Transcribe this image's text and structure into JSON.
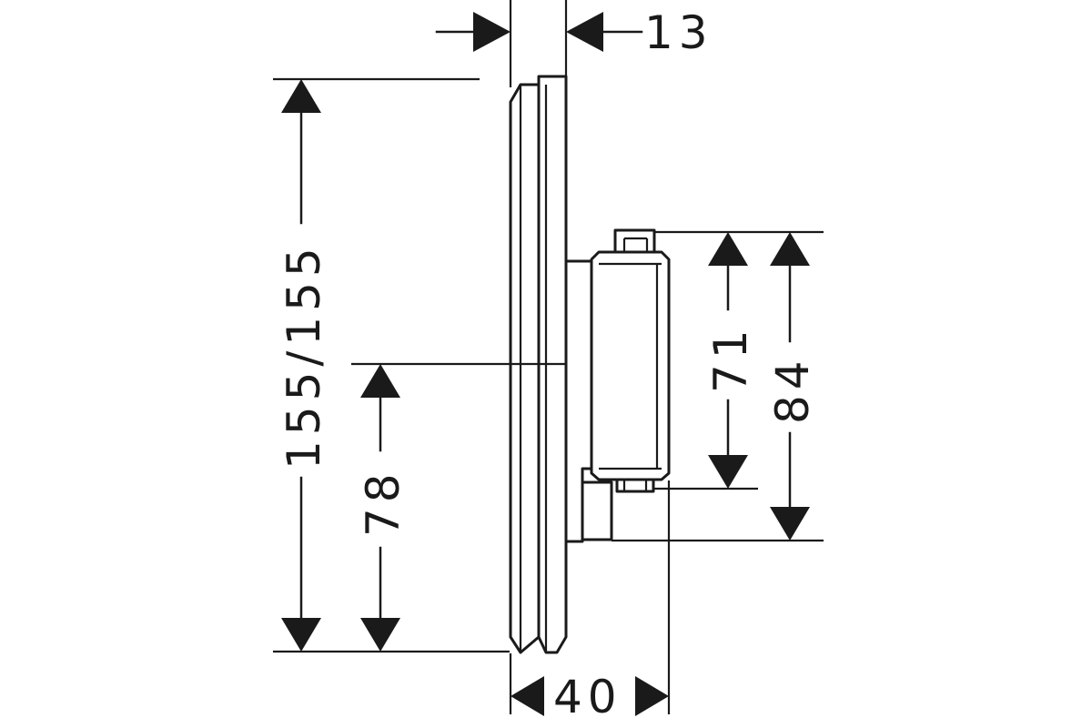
{
  "dimensions": {
    "top_offset": "13",
    "total_height": "155/155",
    "center_height": "78",
    "inner_body_height": "71",
    "outer_body_height": "84",
    "depth": "40"
  },
  "colors": {
    "ink": "#1a1a1a",
    "paper": "#ffffff"
  }
}
